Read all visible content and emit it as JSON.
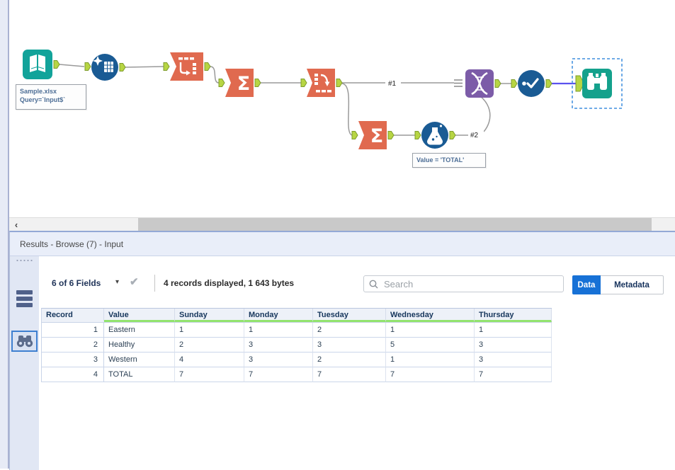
{
  "workflow": {
    "tools": [
      {
        "name": "input-data-tool"
      },
      {
        "name": "data-cleansing-tool"
      },
      {
        "name": "transpose-tool"
      },
      {
        "name": "summarize-tool"
      },
      {
        "name": "cross-tab-tool"
      },
      {
        "name": "summarize-tool-2"
      },
      {
        "name": "formula-tool"
      },
      {
        "name": "union-tool"
      },
      {
        "name": "select-tool"
      },
      {
        "name": "browse-tool"
      }
    ],
    "annotations": {
      "input": {
        "line1": "Sample.xlsx",
        "line2": "Query=`Input$`"
      },
      "formula": {
        "text": "Value = 'TOTAL'"
      }
    },
    "connection_labels": {
      "first": "#1",
      "second": "#2"
    }
  },
  "results_pane": {
    "title": "Results - Browse (7) - Input",
    "toolbar": {
      "fields_summary": "6 of 6 Fields",
      "records_summary": "4 records displayed, 1 643 bytes",
      "search_placeholder": "Search",
      "data_button": "Data",
      "metadata_button": "Metadata"
    },
    "table": {
      "columns": [
        "Record",
        "Value",
        "Sunday",
        "Monday",
        "Tuesday",
        "Wednesday",
        "Thursday"
      ],
      "rows": [
        [
          "1",
          "Eastern",
          "1",
          "1",
          "2",
          "1",
          "1"
        ],
        [
          "2",
          "Healthy",
          "2",
          "3",
          "3",
          "5",
          "3"
        ],
        [
          "3",
          "Western",
          "4",
          "3",
          "2",
          "1",
          "3"
        ],
        [
          "4",
          "TOTAL",
          "7",
          "7",
          "7",
          "7",
          "7"
        ]
      ]
    }
  },
  "icons": {
    "summarize_glyph": "Σ",
    "dropdown_caret": "▾",
    "checkmark": "✔",
    "scroll_left_arrow": "‹"
  },
  "colors": {
    "accent_blue": "#1771d6",
    "tool_orange": "#e06a4f",
    "tool_teal": "#12a39a",
    "tool_blue_circle": "#1a5b94",
    "tool_purple": "#7c5ca8",
    "anchor_green": "#b7d543",
    "header_green_underline": "#92e36e",
    "selected_connection": "#5a52ee"
  }
}
